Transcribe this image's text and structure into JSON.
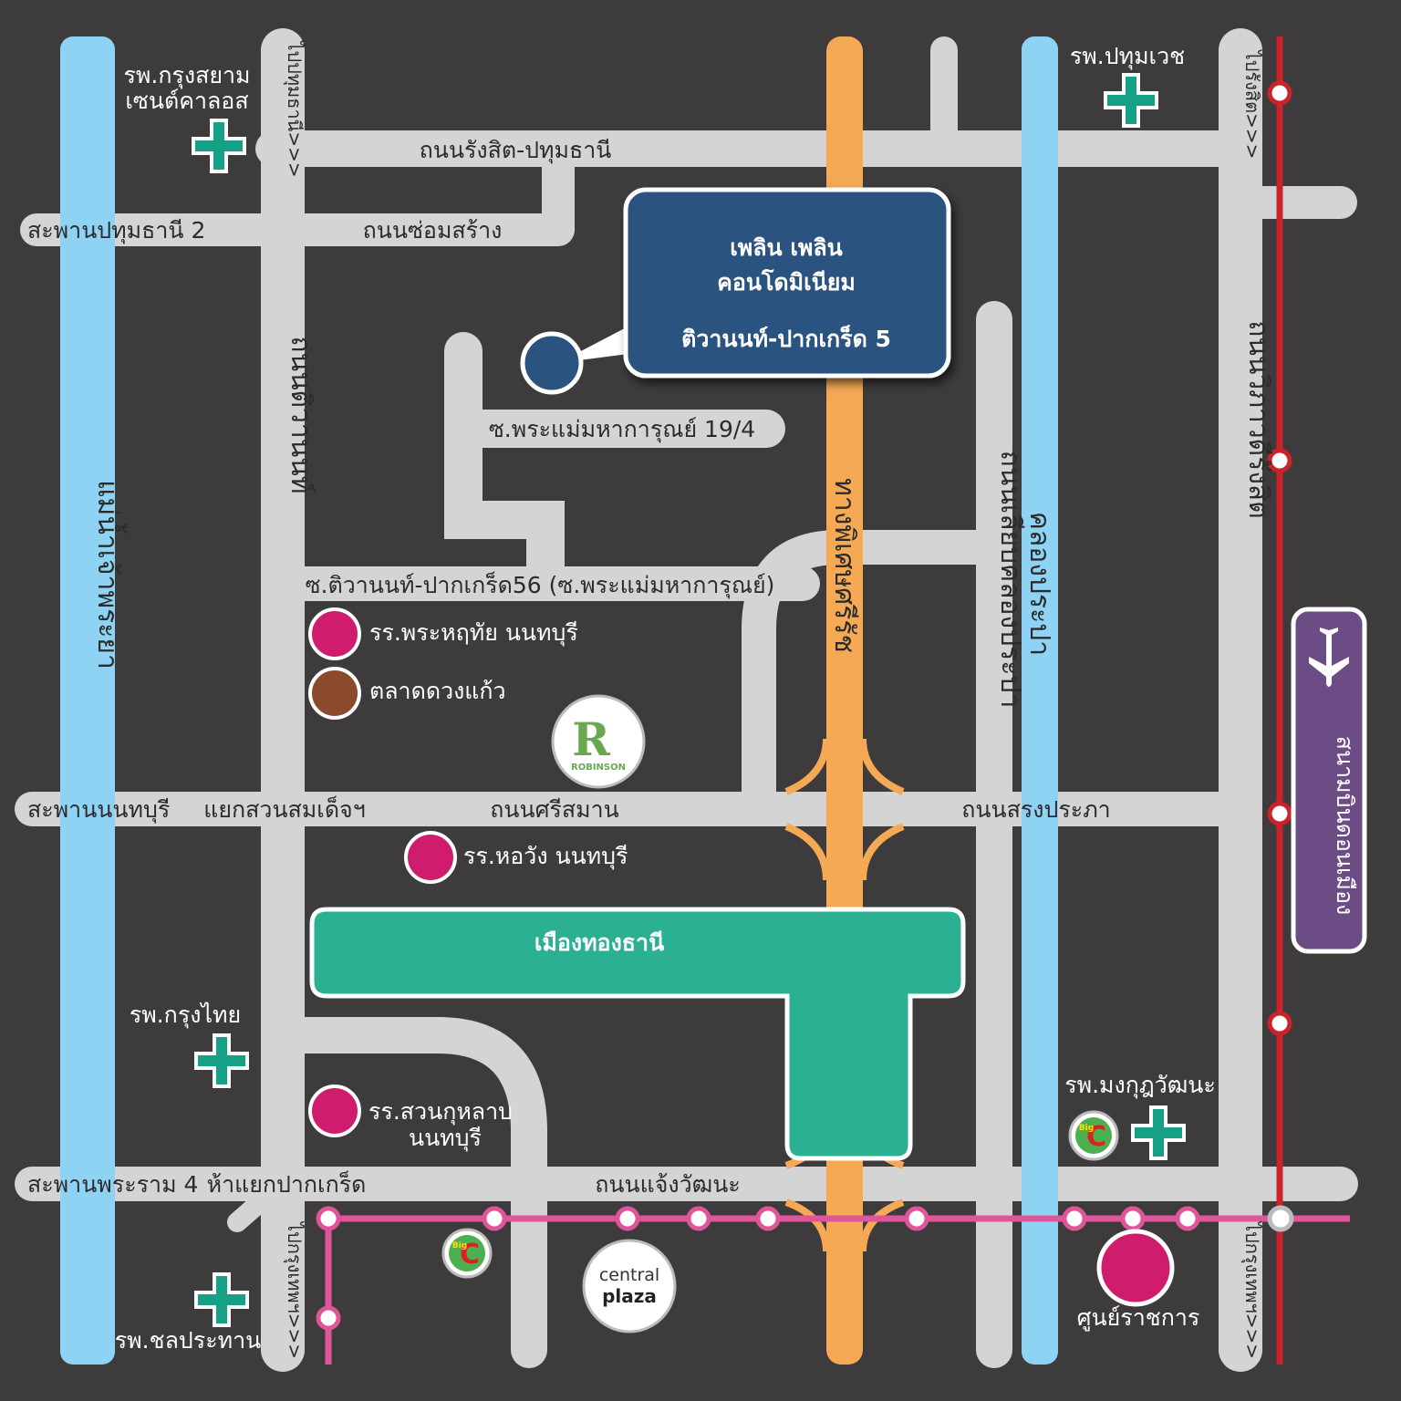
{
  "colors": {
    "background": "#3d3b3c",
    "road": "#d4d4d4",
    "canal": "#8fd3f4",
    "expressway": "#f5a955",
    "red_line": "#cc2229",
    "pink_line": "#e0559a",
    "muang_thong": "#2bb093",
    "hospital": "#16a085",
    "school": "#d01c6d",
    "market": "#8b4a2b",
    "sign": "#2a5380",
    "airport": "#6b4c84"
  },
  "sign": {
    "title": "เพลิน เพลิน",
    "subtitle": "คอนโดมิเนียม",
    "location": "ติวานนท์-ปากเกร็ด 5"
  },
  "roads": {
    "rangsit_pathum": "ถนนรังสิต-ปทุมธานี",
    "pathum_bridge": "สะพานปทุมธานี 2",
    "somsang": "ถนนซ่อมสร้าง",
    "soi_19_4": "ซ.พระแม่มหาการุณย์ 19/4",
    "soi_56": "ซ.ติวานนท์-ปากเกร็ด56 (ซ.พระแม่มหาการุณย์)",
    "nonthaburi_bridge": "สะพานนนทบุรี",
    "suan_somdet": "แยกสวนสมเด็จฯ",
    "srisaman": "ถนนศรีสมาน",
    "srongprapha": "ถนนสรงประภา",
    "rama4_bridge": "สะพานพระราม 4",
    "pakkret_junction": "ห้าแยกปากเกร็ด",
    "chaengwattana": "ถนนแจ้งวัฒนะ",
    "chao_phraya": "แม่น้ำเจ้าพระยา",
    "tiwanon": "ถนนติวานนท์",
    "to_pathum": "ไปปทุมธานี>>>",
    "to_krungthep": "ไปกรุงเทพฯ>>>",
    "to_rangsit": "ไปรังสิต>>>",
    "to_bangkok_right": "ไปกรุงเทพฯ>>>",
    "expressway": "ทางพิเศษศรีรัช",
    "khlong_prapa_road": "ถนนเลียบคลองประปา",
    "khlong_prapa": "คลองประปา",
    "vibhavadi": "ถนนวิภาวดีรังสิต"
  },
  "places": {
    "hosp_krungsiam": "รพ.กรุงสยาม\nเซนต์คาลอส",
    "hosp_pathumvej": "รพ.ปทุมเวช",
    "hosp_krungthai": "รพ.กรุงไทย",
    "hosp_chonprathan": "รพ.ชลประทาน",
    "hosp_mongkut": "รพ.มงกุฎวัฒนะ",
    "school_phrahruthai": "รร.พระหฤทัย นนทบุรี",
    "market_duangkaew": "ตลาดดวงแก้ว",
    "school_horwang": "รร.หอวัง นนทบุรี",
    "school_suankularb": "รร.สวนกุหลาบ\nนนทบุรี",
    "muang_thong": "เมืองทองธานี",
    "robinson_letter": "R",
    "robinson_text": "ROBINSON",
    "central_line1": "central",
    "central_line2": "plaza",
    "bigc_top": "Big",
    "bigc_letter": "C",
    "gov_center": "ศูนย์ราชการ",
    "airport": "สนามบินดอนเมือง"
  },
  "icons": {
    "hospital": "hospital-cross-icon",
    "airport": "airplane-icon",
    "condo": "condo-location-pin-icon"
  }
}
